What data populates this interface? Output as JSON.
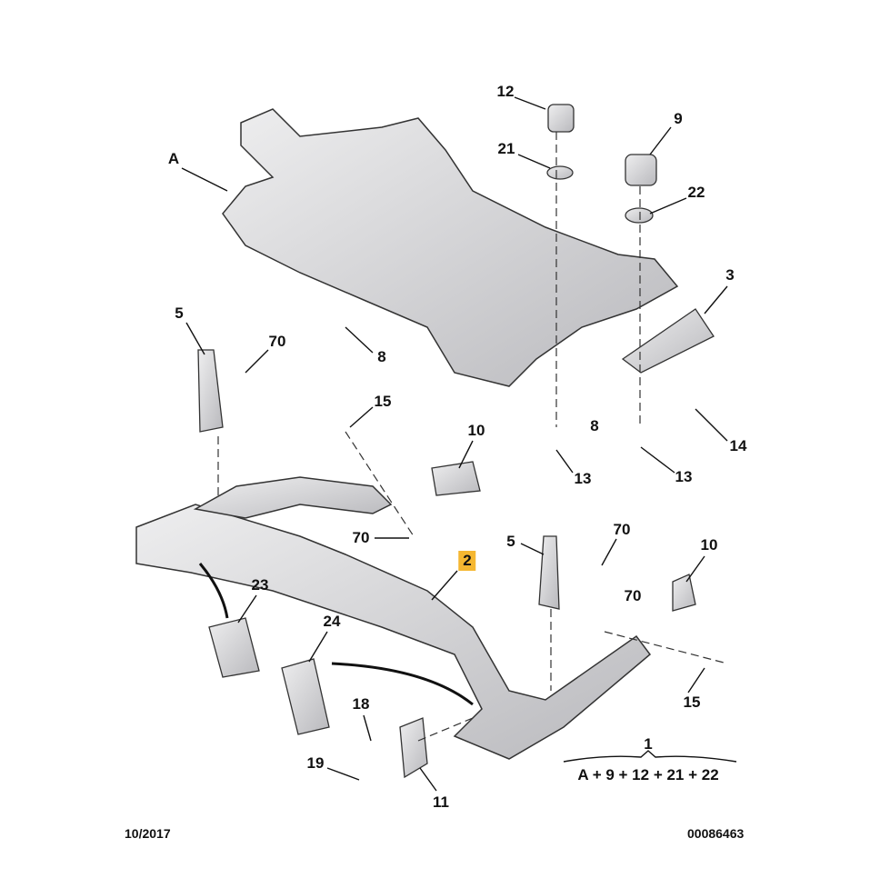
{
  "callouts": {
    "c12": "12",
    "c9": "9",
    "c21": "21",
    "c22": "22",
    "cA": "A",
    "c3": "3",
    "c5a": "5",
    "c70a": "70",
    "c8a": "8",
    "c15a": "15",
    "c10a": "10",
    "c8b": "8",
    "c14": "14",
    "c13a": "13",
    "c13b": "13",
    "c70b": "70",
    "c2": "2",
    "c5b": "5",
    "c70c": "70",
    "c10b": "10",
    "c70d": "70",
    "c23": "23",
    "c24": "24",
    "c18": "18",
    "c15b": "15",
    "c19": "19",
    "c11": "11",
    "c1": "1"
  },
  "kit_formula": "A + 9 + 12 + 21 + 22",
  "highlight_color": "#f5b731",
  "footer": {
    "date": "10/2017",
    "reference": "00086463"
  }
}
